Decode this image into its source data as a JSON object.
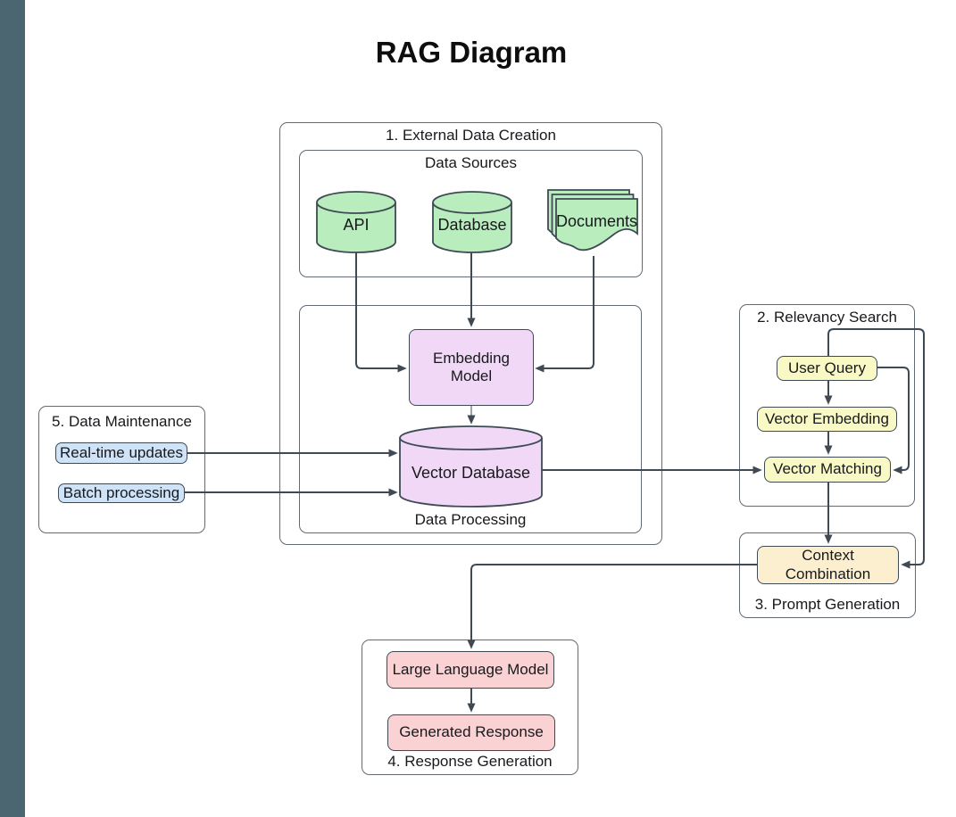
{
  "title": "RAG Diagram",
  "colors": {
    "sidebar": "#4b6671",
    "canvas": "#ffffff",
    "section_border": "#646a73",
    "shape_border": "#3f4a55",
    "connector": "#3f4a55",
    "connector_muted": "#9aa2ab",
    "shape_green": "#b9edbe",
    "shape_purple": "#f1d8f7",
    "shape_yellow": "#f9f9c6",
    "shape_cream": "#fcefd0",
    "shape_pink": "#fbd2d4",
    "shape_blue": "#cfe3f8"
  },
  "sections": {
    "external": {
      "label": "1. External Data Creation"
    },
    "data_sources": {
      "label": "Data Sources"
    },
    "data_processing": {
      "label": "Data Processing"
    },
    "relevancy": {
      "label": "2. Relevancy Search"
    },
    "prompt": {
      "label": "3. Prompt Generation"
    },
    "response": {
      "label": "4. Response Generation"
    },
    "maintenance": {
      "label": "5. Data Maintenance"
    }
  },
  "nodes": {
    "api": {
      "label": "API",
      "shape": "cylinder",
      "color": "#b9edbe"
    },
    "database": {
      "label": "Database",
      "shape": "cylinder",
      "color": "#b9edbe"
    },
    "documents": {
      "label": "Documents",
      "shape": "document-stack",
      "color": "#b9edbe"
    },
    "embedding_model": {
      "label": "Embedding Model",
      "shape": "rounded-rect",
      "color": "#f1d8f7"
    },
    "vector_database": {
      "label": "Vector Database",
      "shape": "cylinder",
      "color": "#f1d8f7"
    },
    "user_query": {
      "label": "User Query",
      "shape": "rounded-rect",
      "color": "#f9f9c6"
    },
    "vector_embedding": {
      "label": "Vector Embedding",
      "shape": "rounded-rect",
      "color": "#f9f9c6"
    },
    "vector_matching": {
      "label": "Vector Matching",
      "shape": "rounded-rect",
      "color": "#f9f9c6"
    },
    "context_combination": {
      "label": "Context Combination",
      "shape": "rounded-rect",
      "color": "#fcefd0"
    },
    "llm": {
      "label": "Large Language Model",
      "shape": "rounded-rect",
      "color": "#fbd2d4"
    },
    "generated_response": {
      "label": "Generated Response",
      "shape": "rounded-rect",
      "color": "#fbd2d4"
    },
    "realtime_updates": {
      "label": "Real-time updates",
      "shape": "rounded-rect",
      "color": "#cfe3f8"
    },
    "batch_processing": {
      "label": "Batch processing",
      "shape": "rounded-rect",
      "color": "#cfe3f8"
    }
  },
  "connectors": [
    {
      "from": "API",
      "to": "Embedding Model"
    },
    {
      "from": "Database",
      "to": "Embedding Model"
    },
    {
      "from": "Documents",
      "to": "Embedding Model"
    },
    {
      "from": "Embedding Model",
      "to": "Vector Database"
    },
    {
      "from": "Real-time updates",
      "to": "Vector Database"
    },
    {
      "from": "Batch processing",
      "to": "Vector Database"
    },
    {
      "from": "Vector Database",
      "to": "Vector Matching"
    },
    {
      "from": "User Query",
      "to": "Vector Embedding"
    },
    {
      "from": "Vector Embedding",
      "to": "Vector Matching"
    },
    {
      "from": "User Query",
      "to": "Vector Matching"
    },
    {
      "from": "User Query",
      "to": "Context Combination"
    },
    {
      "from": "Vector Matching",
      "to": "Context Combination"
    },
    {
      "from": "Context Combination",
      "to": "Large Language Model"
    },
    {
      "from": "Large Language Model",
      "to": "Generated Response"
    }
  ]
}
